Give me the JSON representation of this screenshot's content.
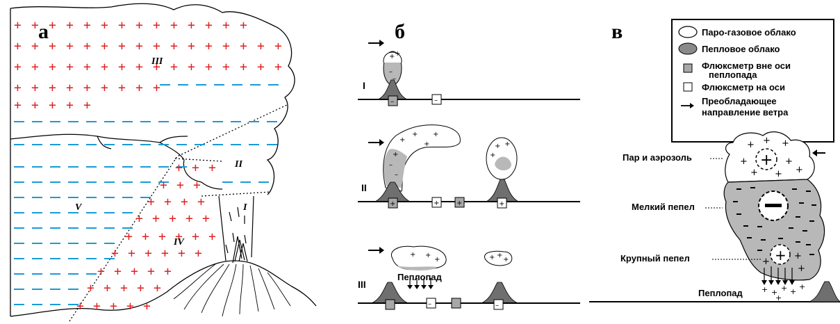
{
  "panel_labels": {
    "a": "а",
    "b": "б",
    "c": "в"
  },
  "panel_a": {
    "zones": [
      "III",
      "II",
      "I",
      "V",
      "IV"
    ]
  },
  "panel_b": {
    "rows": [
      "I",
      "II",
      "III"
    ],
    "ashfall_label": "Пеплопад"
  },
  "legend": {
    "items": [
      {
        "symbol": "white-ellipse",
        "label": "Паро-газовое облако"
      },
      {
        "symbol": "gray-ellipse",
        "label": "Пепловое облако"
      },
      {
        "symbol": "gray-square",
        "label_line1": "Флюксметр вне оси",
        "label_line2": "пеплопада"
      },
      {
        "symbol": "white-square",
        "label": "Флюксметр на оси"
      },
      {
        "symbol": "arrow",
        "label_line1": "Преобладающее",
        "label_line2": "направление ветра"
      }
    ]
  },
  "panel_c": {
    "steam_label": "Пар и аэрозоль",
    "fine_ash_label": "Мелкий пепел",
    "coarse_ash_label": "Крупный пепел",
    "ashfall_label": "Пеплопад"
  },
  "colors": {
    "plus": "#e02020",
    "minus": "#1a9ad6",
    "ash": "#b8b8b8",
    "volcano": "#6f6f6f"
  }
}
